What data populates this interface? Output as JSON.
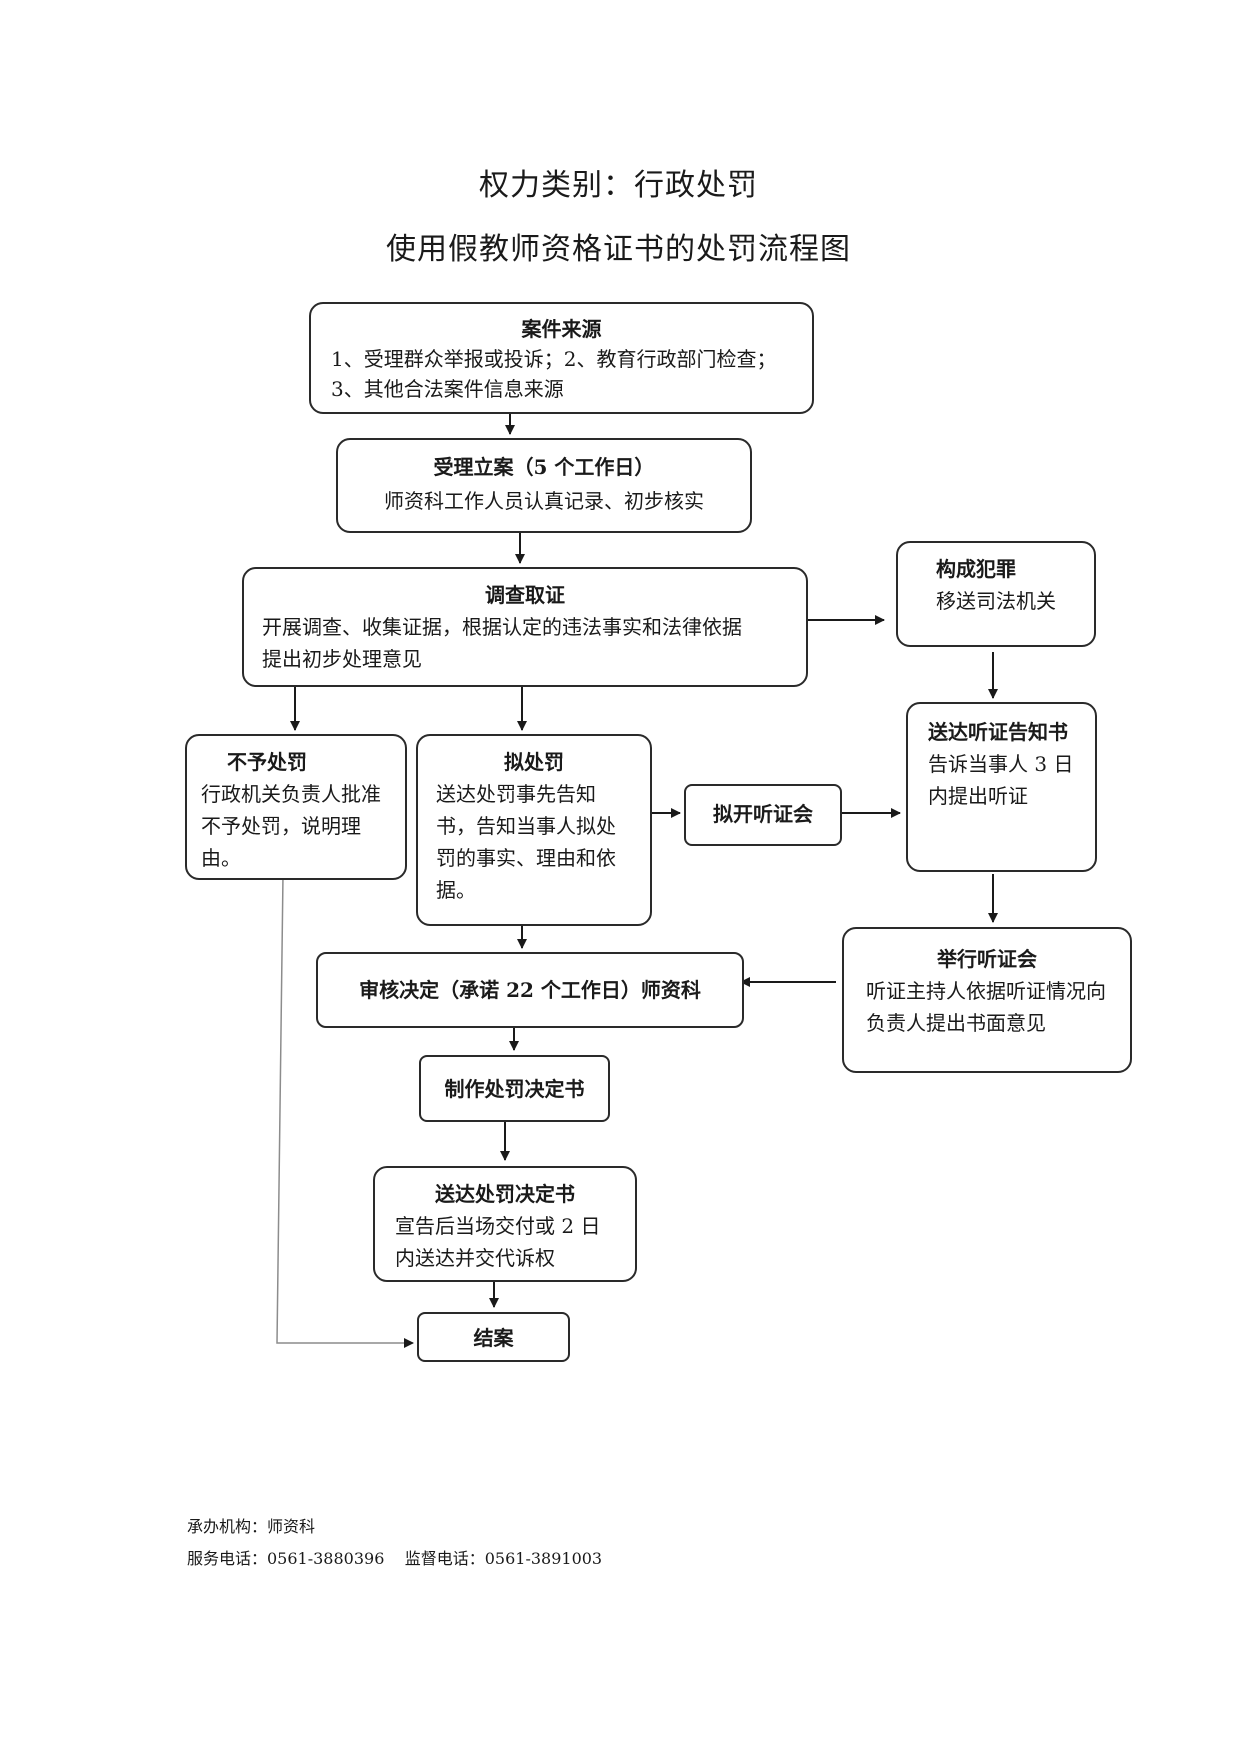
{
  "title": {
    "category": "权力类别：行政处罚",
    "main": "使用假教师资格证书的处罚流程图"
  },
  "nodes": {
    "source": {
      "head": "案件来源",
      "line1": "1、受理群众举报或投诉；2、教育行政部门检查；",
      "line2": "3、其他合法案件信息来源"
    },
    "accept": {
      "head": "受理立案（5 个工作日）",
      "body": "师资科工作人员认真记录、初步核实"
    },
    "investigate": {
      "head": "调查取证",
      "line1": "开展调查、收集证据，根据认定的违法事实和法律依据",
      "line2": "提出初步处理意见"
    },
    "crime": {
      "head": "构成犯罪",
      "body": "移送司法机关"
    },
    "no_penalty": {
      "head": "不予处罚",
      "body": "行政机关负责人批准不予处罚，说明理由。"
    },
    "propose": {
      "head": "拟处罚",
      "body": "送达处罚事先告知书，告知当事人拟处罚的事实、理由和依据。"
    },
    "hearing_plan": {
      "head": "拟开听证会"
    },
    "hearing_notice": {
      "head": "送达听证告知书",
      "body": "告诉当事人 3 日内提出听证"
    },
    "review": {
      "head": "审核决定（承诺 22 个工作日）师资科"
    },
    "hearing": {
      "head": "举行听证会",
      "body": "听证主持人依据听证情况向负责人提出书面意见"
    },
    "make_decision": {
      "head": "制作处罚决定书"
    },
    "deliver": {
      "head": "送达处罚决定书",
      "body": "宣告后当场交付或 2 日内送达并交代诉权"
    },
    "close": {
      "head": "结案"
    }
  },
  "footer": {
    "org": "承办机构：师资科",
    "phones": "服务电话：0561-3880396    监督电话：0561-3891003"
  }
}
